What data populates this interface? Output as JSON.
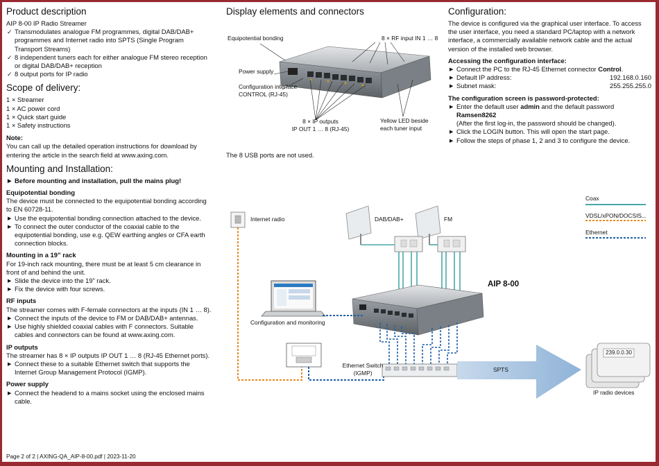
{
  "product": {
    "title": "Product description",
    "line": "AIP 8-00 IP Radio Streamer",
    "bullets": [
      "Transmodulates analogue FM programmes, digital DAB/DAB+ programmes and Internet radio into SPTS (Single Program Transport Streams)",
      "8 independent tuners each for either analogue FM stereo reception or digital DAB/DAB+ reception",
      "8 output ports for IP radio"
    ]
  },
  "scope": {
    "title": "Scope of delivery:",
    "items": [
      "1 × Streamer",
      "1 × AC power cord",
      "1 × Quick start guide",
      "1 × Safety instructions"
    ]
  },
  "note": {
    "title": "Note:",
    "text": "You can call up the detailed operation instructions for download by entering the article in the search field at www.axing.com."
  },
  "mounting": {
    "title": "Mounting and Installation:",
    "warning": "Before mounting and installation, pull the mains plug!",
    "equi_title": "Equipotential bonding",
    "equi_text": "The device must be connected to the equipotential bonding according to EN 60728-11.",
    "equi_bullets": [
      "Use the equipotential bonding connection attached to the device.",
      "To connect the outer conductor of the coaxial cable to the equipotential bonding, use e.g. QEW earthing angles or CFA earth connection blocks."
    ],
    "rack_title": "Mounting in a 19” rack",
    "rack_text": "For 19-inch rack mounting, there must be at least 5 cm clearance in front of and behind the unit.",
    "rack_bullets": [
      "Slide the device into the 19” rack.",
      "Fix the device with four screws."
    ],
    "rf_title": "RF inputs",
    "rf_text": "The streamer comes with F-female connectors at the inputs (IN 1 … 8).",
    "rf_bullets": [
      "Connect the inputs of the device to FM or DAB/DAB+ antennas.",
      "Use highly shielded coaxial cables with F connectors. Suitable cables and connectors can be found at www.axing.com."
    ],
    "ip_title": "IP outputs",
    "ip_text": "The streamer has 8 × IP outputs IP OUT 1 … 8 (RJ-45 Ethernet ports).",
    "ip_bullets": [
      "Connect these to a suitable Ethernet switch that supports the Internet Group Management Protocol (IGMP)."
    ],
    "power_title": "Power supply",
    "power_bullets": [
      "Connect the headend to a mains socket using the enclosed mains cable."
    ]
  },
  "display": {
    "title": "Display elements and connectors",
    "labels": {
      "equi": "Equipotential bonding",
      "rf": "8 × RF input IN 1 … 8",
      "power": "Power supply",
      "config1": "Configuration interface",
      "config2": "CONTROL (RJ-45)",
      "ipout1": "8 × IP outputs",
      "ipout2": "IP OUT 1 … 8 (RJ-45)",
      "led1": "Yellow LED beside",
      "led2": "each tuner input"
    },
    "usb_note": "The 8 USB ports are not used."
  },
  "configuration": {
    "title": "Configuration:",
    "text": "The device is configured via the graphical user interface. To access the user interface, you need a standard PC/laptop with a network interface, a commercially available network cable and the actual version of the installed web browser.",
    "access_title": "Accessing the configuration interface:",
    "access_connect_pre": "Connect the PC to the RJ-45 Ethernet connector ",
    "access_connect_bold": "Control",
    "access_connect_post": ".",
    "ip_label": "Default IP address:",
    "ip_value": "192.168.0.160",
    "mask_label": "Subnet mask:",
    "mask_value": "255.255.255.0",
    "pw_title": "The configuration screen is password-protected:",
    "pw_1a": "Enter the default user ",
    "pw_1b": "admin",
    "pw_1c": " and the default password ",
    "pw_1d": "Ramsen8262",
    "pw_1e": "(After the first log-in, the password should be changed).",
    "pw_2": "Click the LOGIN button. This will open the start page.",
    "pw_3": "Follow the steps of phase 1, 2 and 3 to configure the device."
  },
  "diagram": {
    "legend": {
      "coax": "Coax",
      "vdsl": "VDSL/xPON/DOCSIS...",
      "ethernet": "Ethernet"
    },
    "internet_radio": "Internet radio",
    "dab": "DAB/DAB+",
    "fm": "FM",
    "device_name": "AIP 8-00",
    "config_monitor": "Configuration and monitoring",
    "switch1": "Ethernet Switch",
    "switch2": "(IGMP)",
    "spts": "SPTS",
    "screen_value": "239.0.0.30",
    "ip_devices": "IP radio devices",
    "colors": {
      "coax": "#4aa6a8",
      "vdsl": "#e88a1e",
      "ethernet": "#1f5fa8",
      "arrow": "#a9c6e3"
    }
  },
  "footer": "Page 2 of 2 | AXING-QA_AIP-8-00.pdf | 2023-11-20"
}
